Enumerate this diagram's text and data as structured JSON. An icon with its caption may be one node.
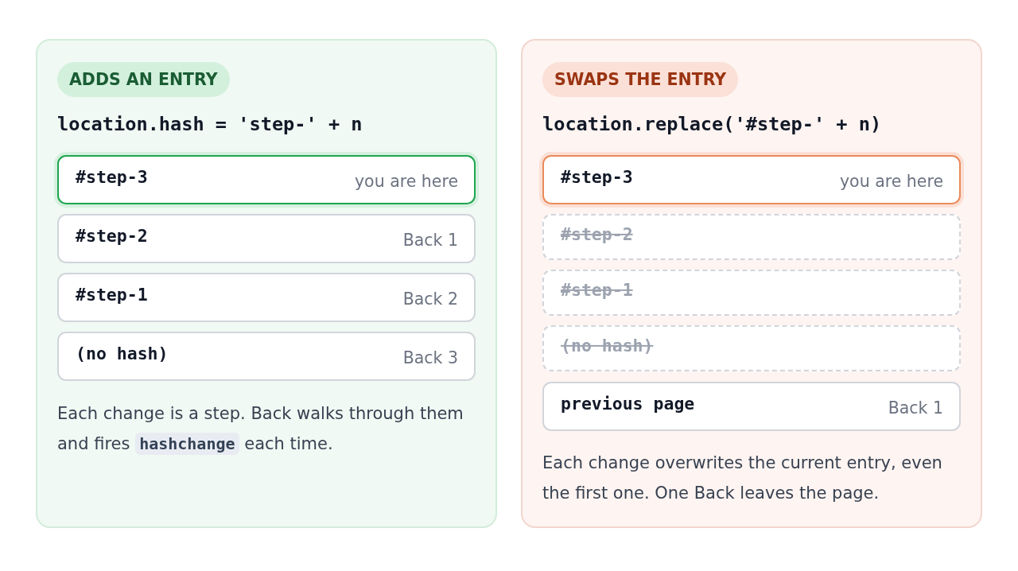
{
  "diagram": {
    "nodes": [
      {
        "text": [
          "ADDS AN ENTRY",
          "location.hash = 'step-' + n",
          "Each change is a step. Back walks through them and fires **hashchange** each time."
        ]
      },
      {
        "text": [
          "#step-3",
          "you are here"
        ],
        "in": 0
      },
      {
        "text": [
          "#step-2",
          "Back 1"
        ],
        "in": 0
      },
      {
        "text": [
          "#step-1",
          "Back 2"
        ],
        "in": 0
      },
      {
        "text": [
          "(no hash)",
          "Back 3"
        ],
        "in": 0
      },
      {
        "text": [
          "SWAPS THE ENTRY",
          "location.replace('#step-' + n)",
          "Each change overwrites the current entry, even the first one. One Back leaves the page."
        ]
      },
      {
        "text": [
          "#step-3",
          "you are here"
        ],
        "in": 5
      },
      {
        "text": [
          "#step-2"
        ],
        "in": 5
      },
      {
        "text": [
          "#step-1"
        ],
        "in": 5
      },
      {
        "text": [
          "(no hash)"
        ],
        "in": 5
      },
      {
        "text": [
          "previous page",
          "Back 1"
        ],
        "in": 5
      }
    ]
  }
}
